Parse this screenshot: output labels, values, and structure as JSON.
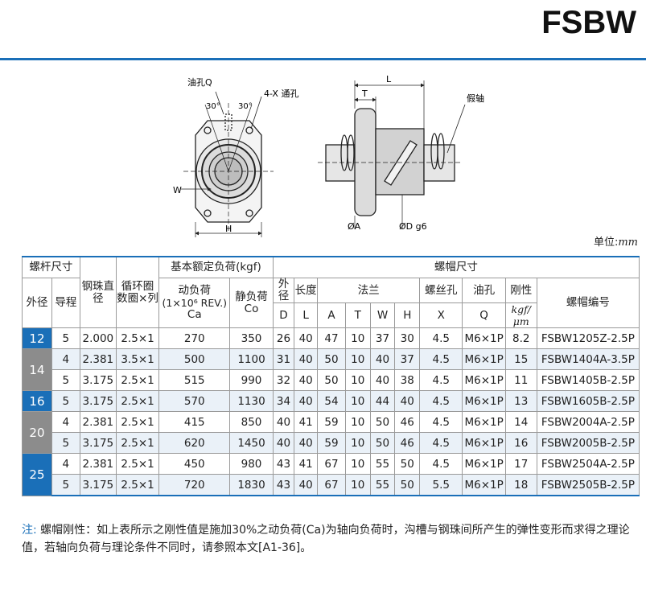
{
  "title": "FSBW",
  "unit_label": "单位:",
  "unit_value": "mm",
  "drawing": {
    "label_oil_hole": "油孔Q",
    "label_through_hole": "4-X 通孔",
    "label_angle_left": "30°",
    "label_angle_right": "30°",
    "label_w": "W",
    "label_h": "H",
    "label_l": "L",
    "label_t": "T",
    "label_shaft": "假轴",
    "label_da": "ØA",
    "label_dg6": "ØD g6"
  },
  "table": {
    "group_screw": "螺杆尺寸",
    "group_rating": "基本额定负荷(kgf)",
    "group_nut": "螺帽尺寸",
    "h_od": "外径",
    "h_lead": "导程",
    "h_ball": "钢珠直径",
    "h_circuit": "循环圈数圈×列",
    "h_dyn_a": "动负荷",
    "h_dyn_b": "(1×10⁶ REV.)",
    "h_dyn_c": "Ca",
    "h_stat_a": "静负荷",
    "h_stat_b": "Co",
    "h_outer": "外径",
    "h_len": "长度",
    "h_flange": "法兰",
    "h_screw_hole": "螺丝孔",
    "h_oil": "油孔",
    "h_rigid": "刚性",
    "h_code": "螺帽编号",
    "s_d": "D",
    "s_l": "L",
    "s_a": "A",
    "s_t": "T",
    "s_w": "W",
    "s_h": "H",
    "s_x": "X",
    "s_q": "Q",
    "s_rig": "kgf/μm",
    "groups": [
      {
        "od": "12",
        "color": "#1a6fb8",
        "rows": [
          [
            "5",
            "2.000",
            "2.5×1",
            "270",
            "350",
            "26",
            "40",
            "47",
            "10",
            "37",
            "30",
            "4.5",
            "M6×1P",
            "8.2",
            "FSBW1205Z-2.5P"
          ]
        ]
      },
      {
        "od": "14",
        "color": "#8c8c8c",
        "rows": [
          [
            "4",
            "2.381",
            "3.5×1",
            "500",
            "1100",
            "31",
            "40",
            "50",
            "10",
            "40",
            "37",
            "4.5",
            "M6×1P",
            "15",
            "FSBW1404A-3.5P"
          ],
          [
            "5",
            "3.175",
            "2.5×1",
            "515",
            "990",
            "32",
            "40",
            "50",
            "10",
            "40",
            "38",
            "4.5",
            "M6×1P",
            "11",
            "FSBW1405B-2.5P"
          ]
        ]
      },
      {
        "od": "16",
        "color": "#1a6fb8",
        "rows": [
          [
            "5",
            "3.175",
            "2.5×1",
            "570",
            "1130",
            "34",
            "40",
            "54",
            "10",
            "44",
            "40",
            "4.5",
            "M6×1P",
            "13",
            "FSBW1605B-2.5P"
          ]
        ]
      },
      {
        "od": "20",
        "color": "#8c8c8c",
        "rows": [
          [
            "4",
            "2.381",
            "2.5×1",
            "415",
            "850",
            "40",
            "41",
            "59",
            "10",
            "50",
            "46",
            "4.5",
            "M6×1P",
            "14",
            "FSBW2004A-2.5P"
          ],
          [
            "5",
            "3.175",
            "2.5×1",
            "620",
            "1450",
            "40",
            "40",
            "59",
            "10",
            "50",
            "46",
            "4.5",
            "M6×1P",
            "16",
            "FSBW2005B-2.5P"
          ]
        ]
      },
      {
        "od": "25",
        "color": "#1a6fb8",
        "rows": [
          [
            "4",
            "2.381",
            "2.5×1",
            "450",
            "980",
            "43",
            "41",
            "67",
            "10",
            "55",
            "50",
            "4.5",
            "M6×1P",
            "17",
            "FSBW2504A-2.5P"
          ],
          [
            "5",
            "3.175",
            "2.5×1",
            "720",
            "1830",
            "43",
            "40",
            "67",
            "10",
            "55",
            "50",
            "5.5",
            "M6×1P",
            "18",
            "FSBW2505B-2.5P"
          ]
        ]
      }
    ]
  },
  "note": {
    "label": "注:",
    "text": "螺帽刚性：如上表所示之刚性值是施加30%之动负荷(Ca)为轴向负荷时，沟槽与钢珠间所产生的弹性变形而求得之理论值，若轴向负荷与理论条件不同时，请参照本文[A1-36]。"
  }
}
